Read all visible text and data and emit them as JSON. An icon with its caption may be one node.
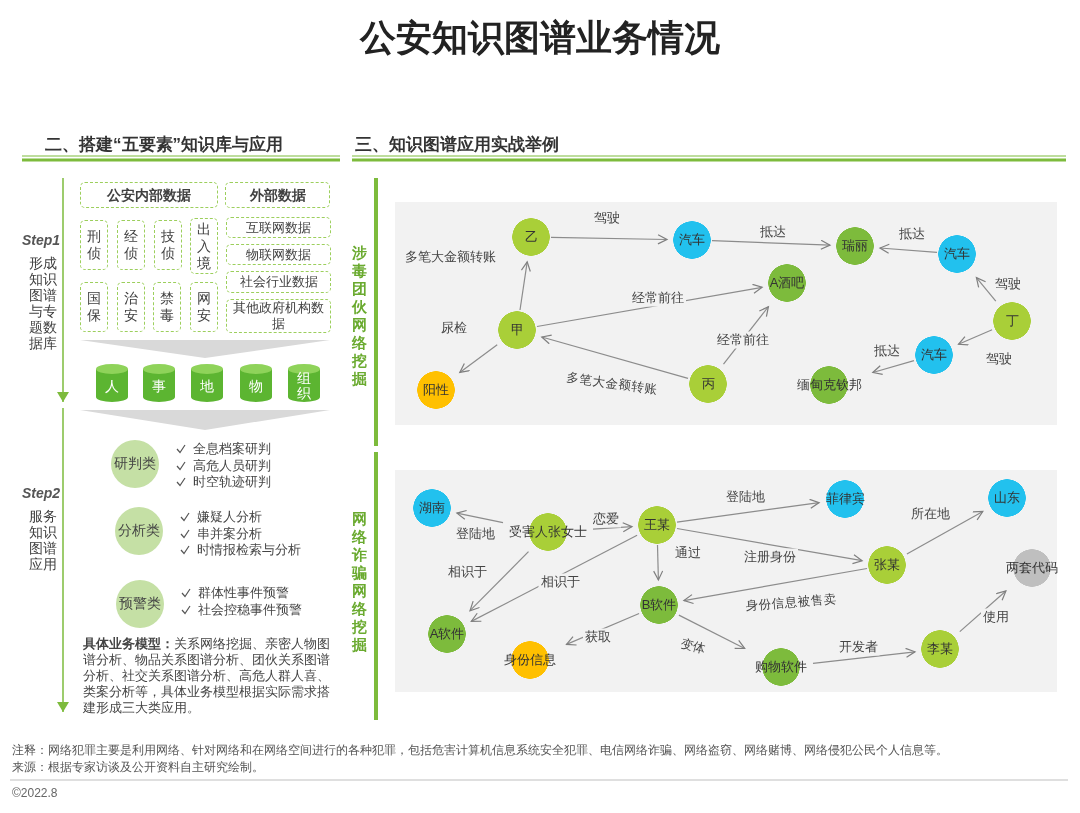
{
  "diagram": {
    "title": "公安知识图谱业务情况",
    "nodes": [
      {
        "text": [
          "公安内部数据"
        ]
      },
      {
        "text": [
          "外部数据"
        ]
      },
      {
        "text": [
          "刑侦"
        ]
      },
      {
        "text": [
          "经侦"
        ]
      },
      {
        "text": [
          "技侦"
        ]
      },
      {
        "text": [
          "出入境"
        ]
      },
      {
        "text": [
          "国保"
        ]
      },
      {
        "text": [
          "治安"
        ]
      },
      {
        "text": [
          "禁毒"
        ]
      },
      {
        "text": [
          "网安"
        ]
      },
      {
        "text": [
          "互联网数据"
        ]
      },
      {
        "text": [
          "物联网数据"
        ]
      },
      {
        "text": [
          "社会行业数据"
        ]
      },
      {
        "text": [
          "其他政府机构数据"
        ]
      },
      {
        "text": [
          "人"
        ]
      },
      {
        "text": [
          "事"
        ]
      },
      {
        "text": [
          "地"
        ]
      },
      {
        "text": [
          "物"
        ]
      },
      {
        "text": [
          "组织"
        ]
      },
      {
        "text": [
          "研判类"
        ],
        "beside": [
          "全息档案研判",
          "高危人员研判",
          "时空轨迹研判"
        ]
      },
      {
        "text": [
          "分析类"
        ],
        "beside": [
          "嫌疑人分析",
          "串并案分析",
          "时情报检索与分析"
        ]
      },
      {
        "text": [
          "预警类"
        ],
        "beside": [
          "群体性事件预警",
          "社会控稳事件预警"
        ]
      },
      {
        "text": [
          "乙"
        ]
      },
      {
        "text": [
          "汽车"
        ]
      },
      {
        "text": [
          "瑞丽"
        ]
      },
      {
        "text": [
          "汽车"
        ]
      },
      {
        "text": [
          "A酒吧"
        ]
      },
      {
        "text": [
          "甲"
        ]
      },
      {
        "text": [
          "丁"
        ]
      },
      {
        "text": [
          "阳性"
        ]
      },
      {
        "text": [
          "汽车"
        ]
      },
      {
        "text": [
          "丙"
        ]
      },
      {
        "text": [
          "缅甸克钦邦"
        ]
      },
      {
        "text": [
          "湖南"
        ]
      },
      {
        "text": [
          "受害人张女士"
        ]
      },
      {
        "text": [
          "王某"
        ]
      },
      {
        "text": [
          "菲律宾"
        ]
      },
      {
        "text": [
          "山东"
        ]
      },
      {
        "text": [
          "张某"
        ]
      },
      {
        "text": [
          "两套代码"
        ]
      },
      {
        "text": [
          "B软件"
        ]
      },
      {
        "text": [
          "A软件"
        ]
      },
      {
        "text": [
          "身份信息"
        ]
      },
      {
        "text": [
          "李某"
        ]
      },
      {
        "text": [
          "购物软件"
        ]
      },
      {
        "text": [],
        "shape": "funnel"
      },
      {
        "text": [],
        "shape": "funnel"
      }
    ],
    "edges": [
      {
        "from": 27,
        "to": 22,
        "arrow": "to",
        "label": "多笔大金额转账"
      },
      {
        "from": 22,
        "to": 23,
        "arrow": "to",
        "label": "驾驶"
      },
      {
        "from": 23,
        "to": 24,
        "arrow": "to",
        "label": "抵达"
      },
      {
        "from": 25,
        "to": 24,
        "arrow": "to",
        "label": "抵达"
      },
      {
        "from": 28,
        "to": 25,
        "arrow": "to",
        "label": "驾驶"
      },
      {
        "from": 28,
        "to": 30,
        "arrow": "to",
        "label": "驾驶"
      },
      {
        "from": 30,
        "to": 32,
        "arrow": "to",
        "label": "抵达"
      },
      {
        "from": 27,
        "to": 26,
        "arrow": "to",
        "label": "经常前往"
      },
      {
        "from": 31,
        "to": 26,
        "arrow": "to",
        "label": "经常前往"
      },
      {
        "from": 31,
        "to": 27,
        "arrow": "to",
        "label": "多笔大金额转账"
      },
      {
        "from": 27,
        "to": 29,
        "arrow": "to",
        "label": "尿检"
      },
      {
        "from": 34,
        "to": 33,
        "arrow": "to",
        "label": "登陆地"
      },
      {
        "from": 34,
        "to": 35,
        "arrow": "to",
        "label": "恋爱"
      },
      {
        "from": 35,
        "to": 36,
        "arrow": "to",
        "label": "登陆地"
      },
      {
        "from": 38,
        "to": 37,
        "arrow": "to",
        "label": "所在地"
      },
      {
        "from": 35,
        "to": 38,
        "arrow": "to",
        "label": "注册身份"
      },
      {
        "from": 35,
        "to": 40,
        "arrow": "to",
        "label": "通过"
      },
      {
        "from": 34,
        "to": 41,
        "arrow": "to",
        "label": "相识于"
      },
      {
        "from": 35,
        "to": 41,
        "arrow": "to",
        "label": "相识于"
      },
      {
        "from": 38,
        "to": 40,
        "arrow": "to",
        "label": "身份信息被售卖"
      },
      {
        "from": 40,
        "to": 42,
        "arrow": "to",
        "label": "获取"
      },
      {
        "from": 40,
        "to": 44,
        "arrow": "to",
        "label": "变体"
      },
      {
        "from": 44,
        "to": 43,
        "arrow": "to",
        "label": "开发者"
      },
      {
        "from": 43,
        "to": 39,
        "arrow": "to",
        "label": "使用"
      }
    ],
    "labels": [
      "二、搭建“五要素”知识库与应用",
      "三、知识图谱应用实战举例",
      "Step1",
      "形成知识图谱与专题数据库",
      "Step2",
      "服务知识图谱应用",
      "涉毒团伙网络挖掘",
      "网络诈骗网络挖掘",
      "**具体业务模型：**关系网络挖掘、亲密人物图谱分析、物品关系图谱分析、团伙关系图谱分析、社交关系图谱分析、高危人群人喜、类案分析等，具体业务模型根据实际需求搭建形成三大类应用。",
      "注释：网络犯罪主要是利用网络、针对网络和在网络空间进行的各种犯罪，包括危害计算机信息系统安全犯罪、电信网络诈骗、网络盗窃、网络赌博、网络侵犯公民个人信息等。",
      "来源：根据专家访谈及公开资料自主研究绘制。",
      "©2022.8"
    ]
  }
}
